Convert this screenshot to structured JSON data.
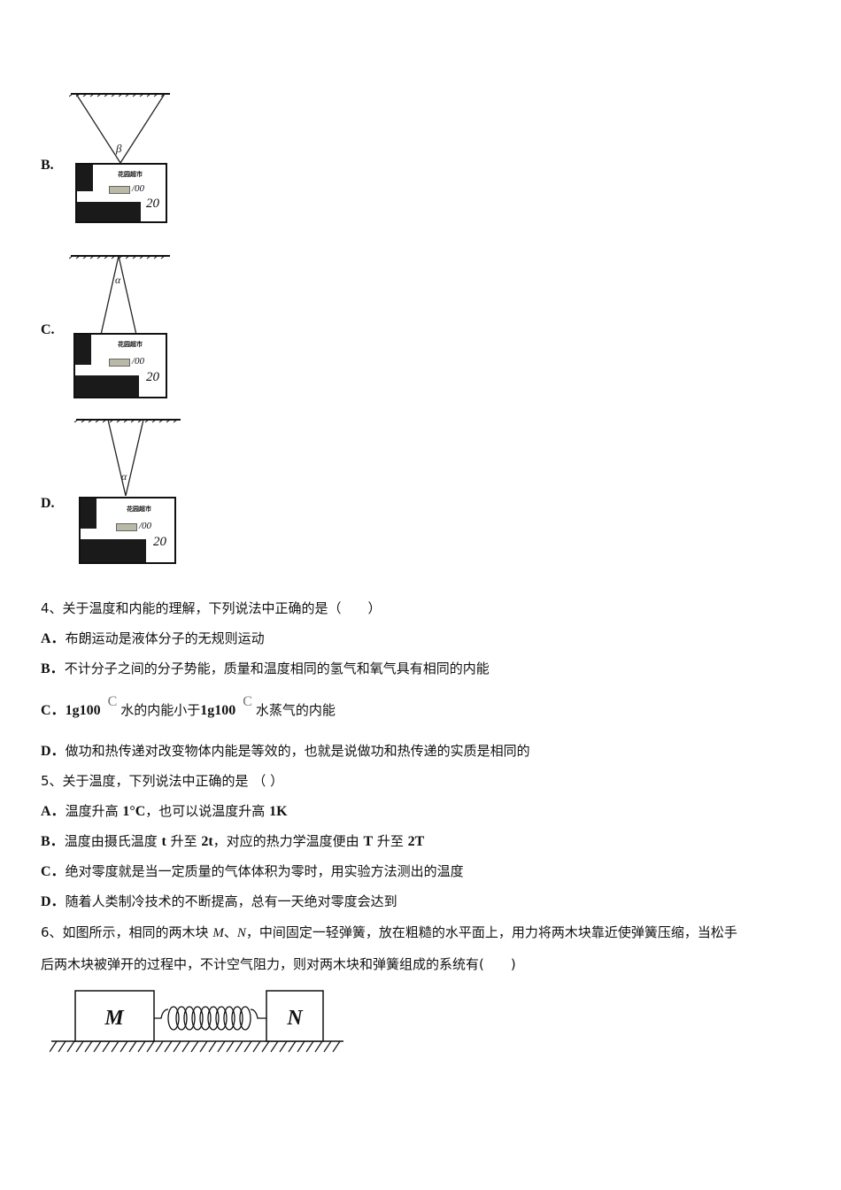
{
  "figures": {
    "B": {
      "label": "B.",
      "angle": "β"
    },
    "C": {
      "label": "C.",
      "angle": "α"
    },
    "D": {
      "label": "D.",
      "angle": "α"
    },
    "sign": {
      "title": "花园超市",
      "price1": "/00",
      "price2": "20"
    }
  },
  "q4": {
    "stem": "4、关于温度和内能的理解，下列说法中正确的是（　　）",
    "options": [
      {
        "label": "A．",
        "text": "布朗运动是液体分子的无规则运动"
      },
      {
        "label": "B．",
        "text": "不计分子之间的分子势能，质量和温度相同的氢气和氧气具有相同的内能"
      },
      {
        "label": "C．",
        "part1_num": "1g100",
        "unit1": "C",
        "part2": "水的内能小于",
        "part3_num": "1g100",
        "unit2": "C",
        "part4": "水蒸气的内能"
      },
      {
        "label": "D．",
        "text": "做功和热传递对改变物体内能是等效的，也就是说做功和热传递的实质是相同的"
      }
    ]
  },
  "q5": {
    "stem": "5、关于温度，下列说法中正确的是 （ ）",
    "options": [
      {
        "label": "A．",
        "t1": "温度升高 ",
        "n1": "1°C",
        "t2": "，也可以说温度升高 ",
        "n2": "1K"
      },
      {
        "label": "B．",
        "t1": "温度由摄氏温度 ",
        "n1": "t",
        "t2": " 升至 ",
        "n2": "2t",
        "t3": "，对应的热力学温度便由 ",
        "n3": "T",
        "t4": " 升至 ",
        "n4": "2T"
      },
      {
        "label": "C．",
        "text": "绝对零度就是当一定质量的气体体积为零时，用实验方法测出的温度"
      },
      {
        "label": "D．",
        "text": "随着人类制冷技术的不断提高，总有一天绝对零度会达到"
      }
    ]
  },
  "q6": {
    "stem_line1_a": "6、如图所示，相同的两木块 ",
    "stem_M": "M",
    "stem_sep": "、",
    "stem_N": "N",
    "stem_line1_b": "，中间固定一轻弹簧，放在粗糙的水平面上，用力将两木块靠近使弹簧压缩，当松手",
    "stem_line2": "后两木块被弹开的过程中，不计空气阻力，则对两木块和弹簧组成的系统有(　　)",
    "figure": {
      "block_left": "M",
      "block_right": "N"
    }
  }
}
